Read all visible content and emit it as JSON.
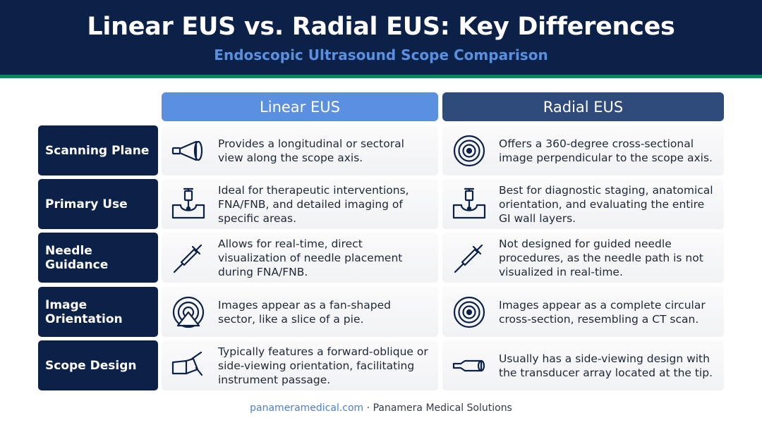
{
  "header": {
    "title": "Linear EUS vs. Radial EUS: Key Differences",
    "subtitle": "Endoscopic Ultrasound Scope Comparison"
  },
  "columns": {
    "linear": "Linear EUS",
    "radial": "Radial EUS"
  },
  "colors": {
    "header_bg": "#0c2148",
    "accent_green": "#13825a",
    "linear_head": "#5b8fe0",
    "radial_head": "#2e4b7c",
    "row_label_bg": "#0c2148"
  },
  "rows": [
    {
      "label": "Scanning Plane",
      "linear": {
        "icon": "cone-transducer-icon",
        "text": "Provides a longitudinal or sectoral view along the scope axis."
      },
      "radial": {
        "icon": "concentric-circles-icon",
        "text": "Offers a 360-degree cross-sectional image perpendicular to the scope axis."
      }
    },
    {
      "label": "Primary Use",
      "linear": {
        "icon": "syringe-tissue-icon",
        "text": "Ideal for therapeutic interventions, FNA/FNB, and detailed imaging of specific areas."
      },
      "radial": {
        "icon": "syringe-tissue-icon",
        "text": "Best for diagnostic staging, anatomical orientation, and evaluating the entire GI wall layers."
      }
    },
    {
      "label": "Needle Guidance",
      "linear": {
        "icon": "needle-icon",
        "text": "Allows for real-time, direct visualization of needle placement during FNA/FNB."
      },
      "radial": {
        "icon": "needle-icon",
        "text": "Not designed for guided needle procedures, as the needle path is not visualized in real-time."
      }
    },
    {
      "label": "Image Orientation",
      "linear": {
        "icon": "fan-sector-icon",
        "text": "Images appear as a fan-shaped sector, like a slice of a pie."
      },
      "radial": {
        "icon": "concentric-circles-icon",
        "text": "Images appear as a complete circular cross-section, resembling a CT scan."
      }
    },
    {
      "label": "Scope Design",
      "linear": {
        "icon": "oblique-scope-icon",
        "text": "Typically features a forward-oblique or side-viewing orientation, facilitating instrument passage."
      },
      "radial": {
        "icon": "side-scope-icon",
        "text": "Usually has a side-viewing design with the transducer array located at the tip."
      }
    }
  ],
  "footer": {
    "link": "panameramedical.com",
    "separator": " · ",
    "company": "Panamera Medical Solutions"
  }
}
